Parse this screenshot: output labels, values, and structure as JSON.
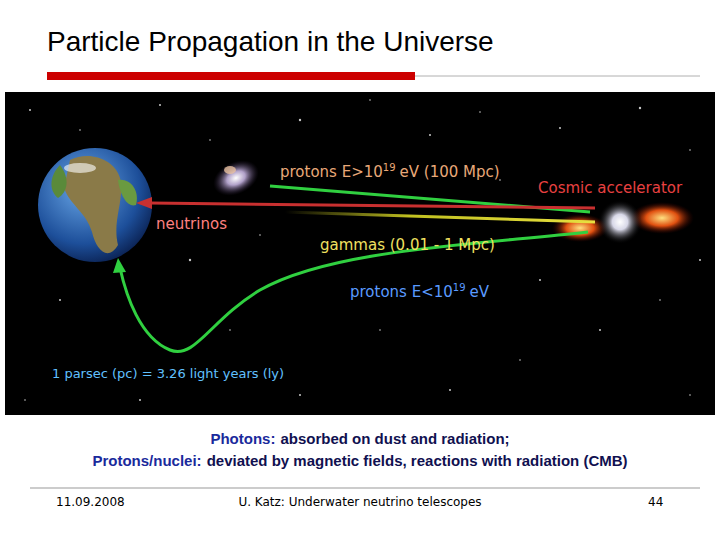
{
  "diagram": {
    "title": "Particle Propagation in the Universe",
    "labels": [
      "protons E>10",
      "19",
      "eV (100 Mpc)",
      "Cosmic accelerator",
      "neutrinos",
      "gammas (0.01 - 1 Mpc)",
      "protons E<10",
      "19",
      "eV",
      "1 parsec (pc) = 3.26 light years (ly)",
      "Photons:",
      "absorbed on dust and radiation;",
      "Protons/nuclei:",
      "deviated by magnetic fields, reactions with radiation (CMB)",
      "11.09.2008",
      "U. Katz: Underwater neutrino telescopes",
      "44"
    ]
  }
}
